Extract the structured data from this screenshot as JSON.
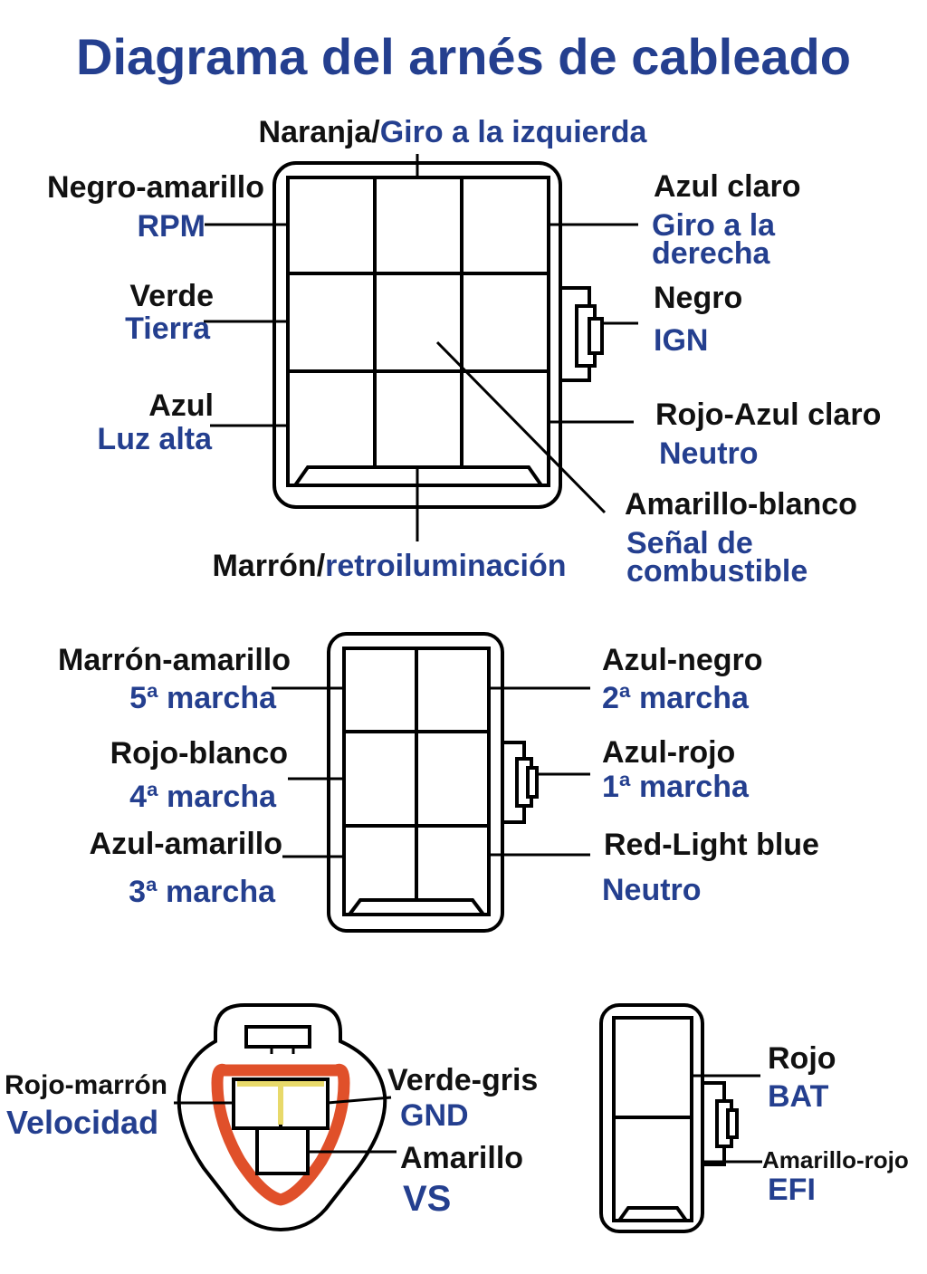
{
  "title": "Diagrama del arnés de cableado",
  "colors": {
    "accent": "#243f8f",
    "text": "#111111",
    "seal": "#e0502a",
    "tab": "#e8d96a"
  },
  "connector1": {
    "top": {
      "color": "Naranja/",
      "function": "Giro a la izquierda"
    },
    "bottom": {
      "color": "Marrón/",
      "function": "retroiluminación"
    },
    "left": [
      {
        "color": "Negro-amarillo",
        "function": "RPM"
      },
      {
        "color": "Verde",
        "function": "Tierra"
      },
      {
        "color": "Azul",
        "function": "Luz alta"
      }
    ],
    "right": [
      {
        "color": "Azul claro",
        "function_lines": [
          "Giro a la",
          "derecha"
        ]
      },
      {
        "color": "Negro",
        "function": "IGN"
      },
      {
        "color": "Rojo-Azul claro",
        "function": "Neutro"
      },
      {
        "color": "Amarillo-blanco",
        "function_lines": [
          "Señal de",
          "combustible"
        ]
      }
    ]
  },
  "connector2": {
    "left": [
      {
        "color": "Marrón-amarillo",
        "function": "5ª marcha"
      },
      {
        "color": "Rojo-blanco",
        "function": "4ª marcha"
      },
      {
        "color": "Azul-amarillo",
        "function": "3ª marcha"
      }
    ],
    "right": [
      {
        "color": "Azul-negro",
        "function": "2ª marcha"
      },
      {
        "color": "Azul-rojo",
        "function": "1ª marcha"
      },
      {
        "color": "Red-Light blue",
        "function": "Neutro"
      }
    ]
  },
  "connector3": {
    "left": {
      "color": "Rojo-marrón",
      "function": "Velocidad"
    },
    "right_top": {
      "color": "Verde-gris",
      "function": "GND"
    },
    "right_bottom": {
      "color": "Amarillo",
      "function": "VS"
    }
  },
  "connector4": {
    "top": {
      "color": "Rojo",
      "function": "BAT"
    },
    "bottom": {
      "color": "Amarillo-rojo",
      "function": "EFI"
    }
  }
}
